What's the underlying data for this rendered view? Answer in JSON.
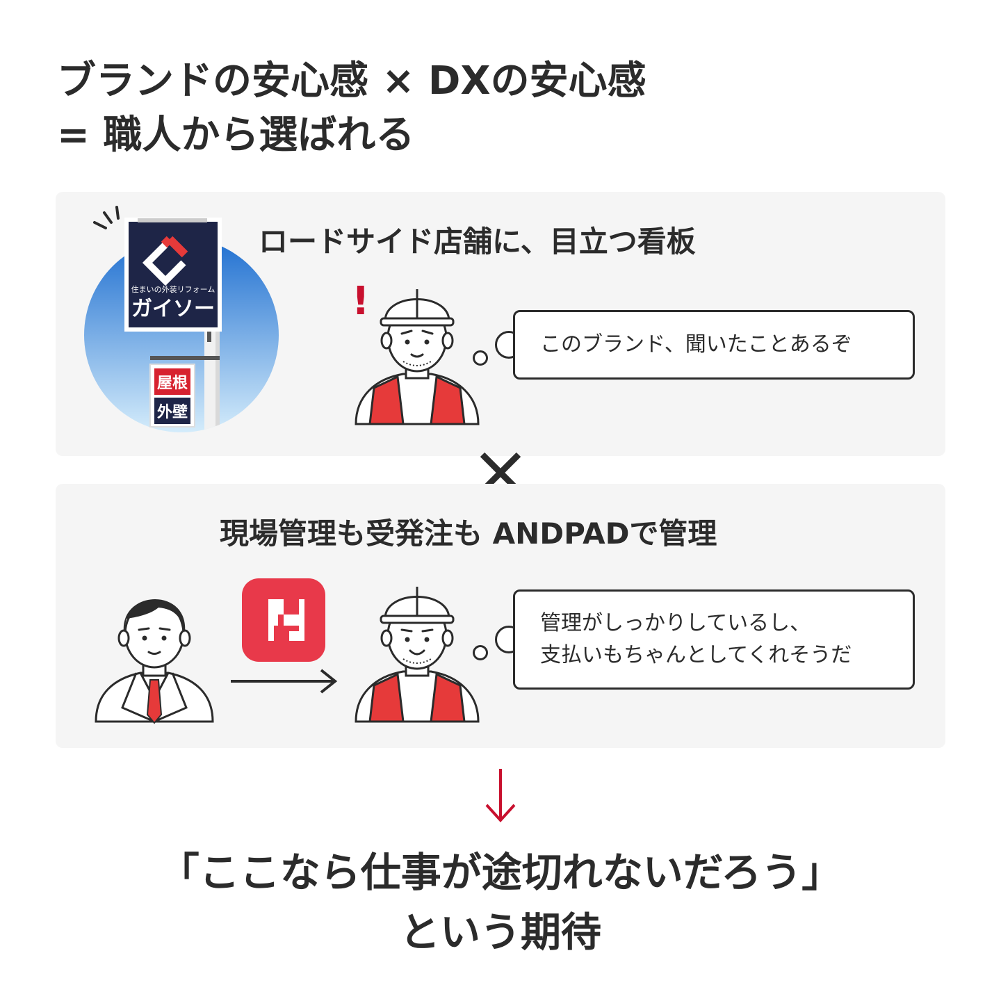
{
  "title": {
    "line1": "ブランドの安心感 × DXの安心感",
    "line2": "= 職人から選ばれる"
  },
  "panel1": {
    "heading": "ロードサイド店舗に、目立つ看板",
    "sign": {
      "tagline": "住まいの外装リフォーム",
      "brand": "ガイソー",
      "roof": "屋根",
      "wall": "外壁"
    },
    "exclaim": "!",
    "bubble": "このブランド、聞いたことあるぞ"
  },
  "times_symbol": "×",
  "panel2": {
    "heading": "現場管理も受発注も ANDPADで管理",
    "bubble_line1": "管理がしっかりしているし、",
    "bubble_line2": "支払いもちゃんとしてくれそうだ"
  },
  "conclusion": {
    "line1": "「ここなら仕事が途切れないだろう」",
    "line2": "という期待"
  },
  "colors": {
    "text": "#2b2b2b",
    "panel_bg": "#f5f5f5",
    "accent_red": "#e63a3a",
    "arrow_red": "#c8102e",
    "app_icon_red": "#e8394a",
    "sky_top": "#1f6fd0",
    "sky_bottom": "#d4ecfb"
  },
  "icons": {
    "sign_photo": "store-sign-illustration",
    "worker": "hardhat-worker-icon",
    "manager": "businessman-icon",
    "app": "andpad-app-icon",
    "flow_arrow": "right-arrow-icon",
    "down_arrow": "down-arrow-icon"
  }
}
